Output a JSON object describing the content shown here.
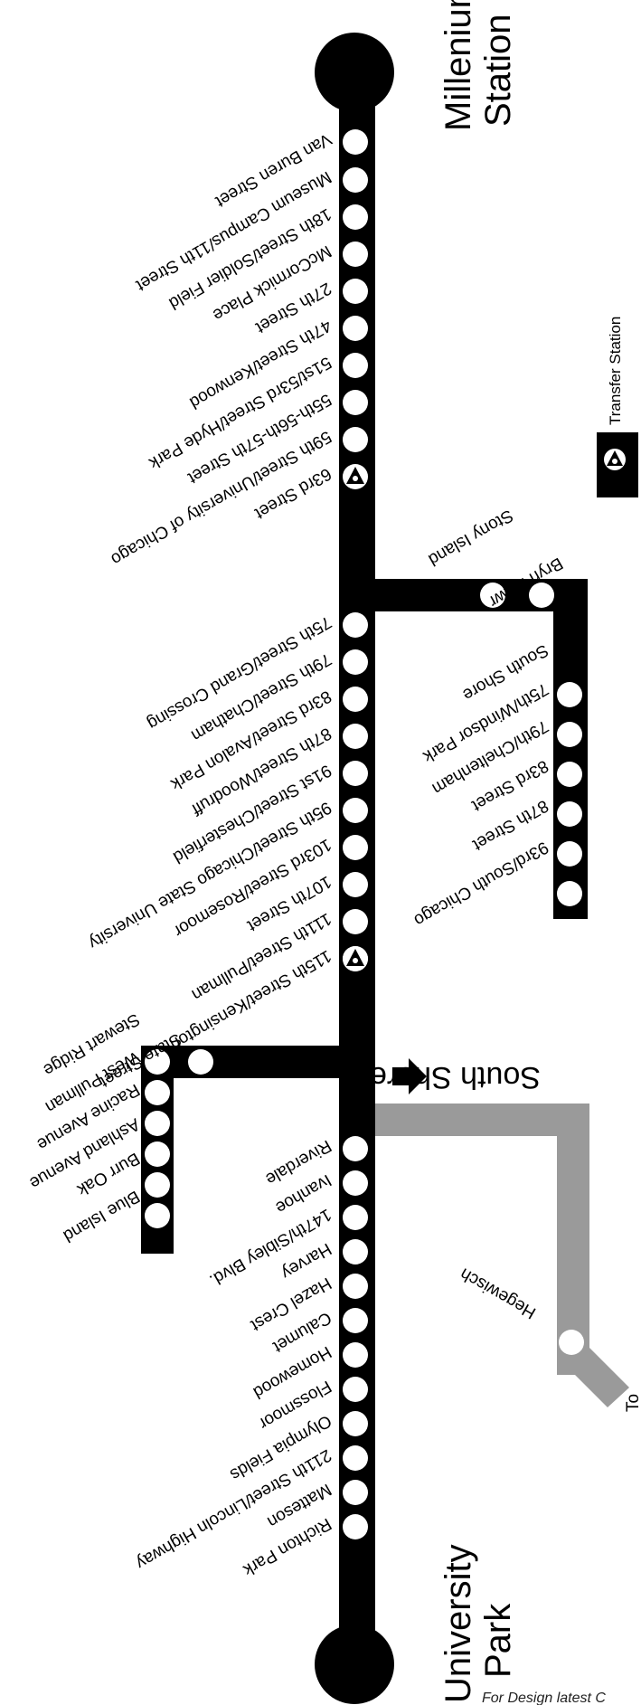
{
  "colors": {
    "main_line": "#000000",
    "south_shore_line": "#9a9a9a",
    "station_fill": "#ffffff"
  },
  "terminals": {
    "north_line1": "Millenium",
    "north_line2": "Station",
    "south_line1": "University",
    "south_line2": "Park"
  },
  "main_line_stations": [
    "Van Buren Street",
    "Museum Campus/11th Street",
    "18th Street/Soldier Field",
    "McCormick Place",
    "27th Street",
    "47th Street/Kenwood",
    "51st/53rd Street/Hyde Park",
    "55th-56th-57th Street",
    "59th Street/University of Chicago",
    "63rd Street",
    "75th Street/Grand Crossing",
    "79th Street/Chatham",
    "83rd Street/Avalon Park",
    "87th Street/Woodruff",
    "91st Street/Chesterfield",
    "95th Street/Chicago State University",
    "103rd Street/Rosemoor",
    "107th Street",
    "111th Street/Pullman",
    "115th Street/Kensington",
    "Riverdale",
    "Ivanhoe",
    "147th/Sibley Blvd.",
    "Harvey",
    "Hazel Crest",
    "Calumet",
    "Homewood",
    "Flossmoor",
    "Olympia Fields",
    "211th Street/Lincoln Highway",
    "Matteson",
    "Richton Park"
  ],
  "south_chicago_branch": [
    "Stony Island",
    "Bryn Mawr",
    "South Shore",
    "75th/Windsor Park",
    "79th/Cheltenham",
    "83rd Street",
    "87th Street",
    "93rd/South Chicago"
  ],
  "blue_island_branch": [
    "State Street",
    "Stewart Ridge",
    "West Pullman",
    "Racine Avenue",
    "Ashland Avenue",
    "Burr Oak",
    "Blue Island"
  ],
  "south_shore": {
    "label": "South Shore",
    "arrow": "➔",
    "station": "Hegewisch",
    "to_label": "To"
  },
  "legend": {
    "label": "Transfer Station",
    "icon": "transfer-triangle-icon"
  },
  "footer": {
    "text": "For Design latest C"
  }
}
